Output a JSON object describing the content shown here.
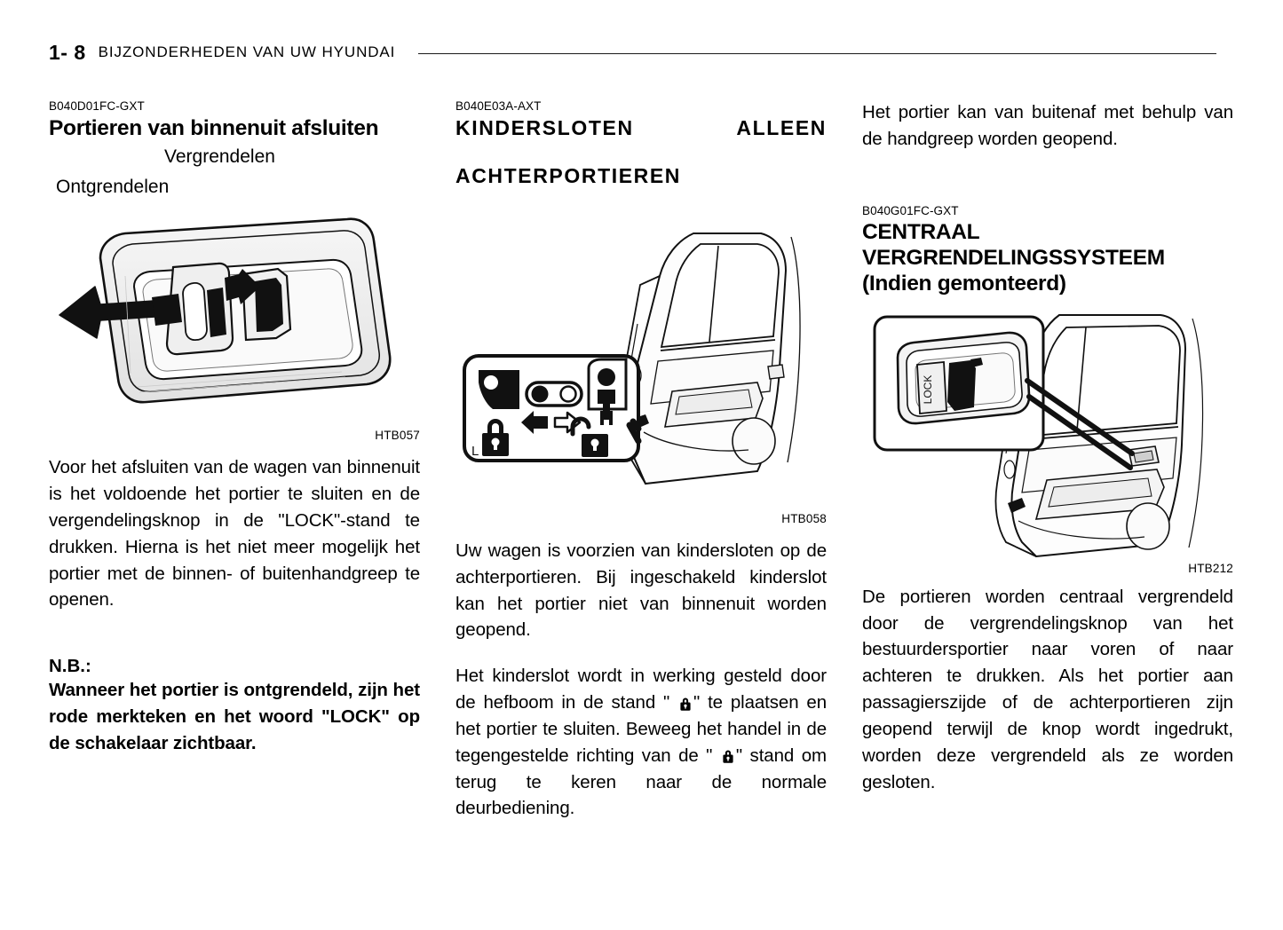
{
  "header": {
    "folio": "1- 8",
    "title": "BIJZONDERHEDEN VAN UW HYUNDAI"
  },
  "columns": {
    "left": {
      "doc_code": "B040D01FC-GXT",
      "section_title": "Portieren van binnenuit afsluiten",
      "figure": {
        "label_lock": "Vergrendelen",
        "label_unlock": "Ontgrendelen",
        "code": "HTB057",
        "description": "Tekening van een binnenportiergreep met vergrendelingsknop en twee zwarte pijlen"
      },
      "paragraph_1": "Voor het afsluiten van de wagen van binnenuit is het voldoende het portier te sluiten en de vergendelingsknop in de \"LOCK\"-stand te drukken. Hierna is het niet meer mogelijk het portier met de binnen- of buitenhandgreep te openen.",
      "note_label": "N.B.:",
      "note_text": "Wanneer het portier is ontgrendeld, zijn het rode merkteken en het woord    \"LOCK\" op de schakelaar zichtbaar."
    },
    "middle": {
      "doc_code": "B040E03A-AXT",
      "section_title_line1": "KINDERSLOTEN ALLEEN",
      "section_title_line2": "ACHTERPORTIEREN",
      "figure": {
        "code": "HTB058",
        "placard_letter": "L",
        "description": "Achterportier met uitvergroot kinderslot-pictogram en aanwijslijn"
      },
      "paragraph_1": "Uw wagen is voorzien van kindersloten op de achterportieren. Bij ingeschakeld kinderslot kan het portier niet van binnenuit worden geopend.",
      "paragraph_2_part1": "Het kinderslot wordt in werking gesteld door de hefboom in de stand \"",
      "paragraph_2_part2": "\" te plaatsen en het portier te sluiten. Beweeg het handel in de tegengestelde richting van de \"",
      "paragraph_2_part3": "\" stand om terug te keren naar de normale deurbediening."
    },
    "right": {
      "paragraph_0": "Het portier kan van buitenaf met behulp van de handgreep worden geopend.",
      "doc_code": "B040G01FC-GXT",
      "section_title_line1": "CENTRAAL",
      "section_title_line2": "VERGRENDELINGSSYSTEEM",
      "section_title_line3": "(Indien gemonteerd)",
      "figure": {
        "code": "HTB212",
        "knob_label": "LOCK",
        "description": "Achterportier met uitvergrote binnengreep en vergrendelingsknop"
      },
      "paragraph_1": "De portieren worden centraal vergrendeld door de vergrendelingsknop van het bestuurdersportier naar voren of naar achteren te drukken. Als het portier aan passagierszijde of de achterportieren zijn geopend terwijl de knop wordt ingedrukt, worden deze vergrendeld als ze worden gesloten."
    }
  },
  "colors": {
    "ink": "#000000",
    "paper": "#ffffff",
    "figure_fill": "#f2f2f2",
    "figure_shade": "#d9d9d9"
  }
}
